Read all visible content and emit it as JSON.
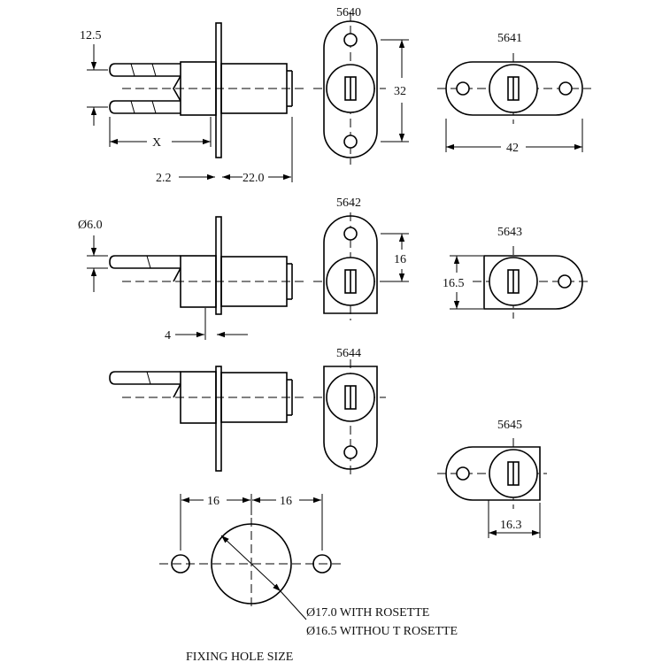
{
  "models": {
    "m5640": "5640",
    "m5641": "5641",
    "m5642": "5642",
    "m5643": "5643",
    "m5644": "5644",
    "m5645": "5645"
  },
  "dimensions": {
    "d_12_5": "12.5",
    "d_x": "X",
    "d_2_2": "2.2",
    "d_22_0": "22.0",
    "d_32": "32",
    "d_42": "42",
    "d_dia6": "Ø6.0",
    "d_4": "4",
    "d_16_vert": "16",
    "d_16_5": "16.5",
    "d_16_3": "16.3",
    "d_16_left": "16",
    "d_16_right": "16",
    "d_dia17": "Ø17.0 WITH ROSETTE",
    "d_dia16_5": "Ø16.5 WITHOU T ROSETTE"
  },
  "caption": "FIXING HOLE SIZE"
}
